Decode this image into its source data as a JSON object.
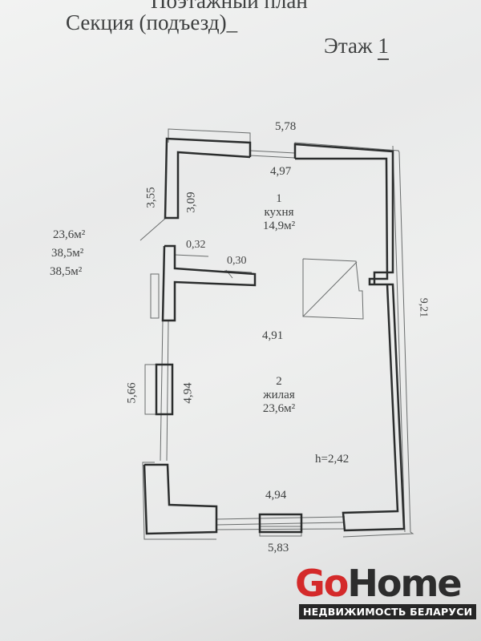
{
  "header": {
    "title_partial": "Поэтажный план",
    "section_label": "Секция (подъезд)",
    "section_value": "_",
    "floor_label": "Этаж",
    "floor_value": "1"
  },
  "summary_areas": [
    "23,6м²",
    "38,5м²",
    "38,5м²"
  ],
  "rooms": [
    {
      "number": "1",
      "name": "кухня",
      "area": "14,9м²"
    },
    {
      "number": "2",
      "name": "жилая",
      "area": "23,6м²"
    }
  ],
  "dimensions": {
    "top_outer": "5,78",
    "top_inner": "4,97",
    "left_upper_outer": "3,55",
    "left_upper_inner": "3,09",
    "partition_thickness_1": "0,32",
    "partition_thickness_2": "0,30",
    "middle_width": "4,91",
    "left_lower_outer": "5,66",
    "left_lower_inner": "4,94",
    "bottom_inner": "4,94",
    "bottom_outer": "5,83",
    "right_outer": "9,21",
    "ceiling_height": "h=2,42"
  },
  "logo": {
    "part1": "Go",
    "part2": "Home",
    "tagline": "НЕДВИЖИМОСТЬ БЕЛАРУСИ",
    "colors": {
      "go": "#d42a2a",
      "home": "#2d2d2d",
      "tagline_bg": "#262626"
    }
  }
}
